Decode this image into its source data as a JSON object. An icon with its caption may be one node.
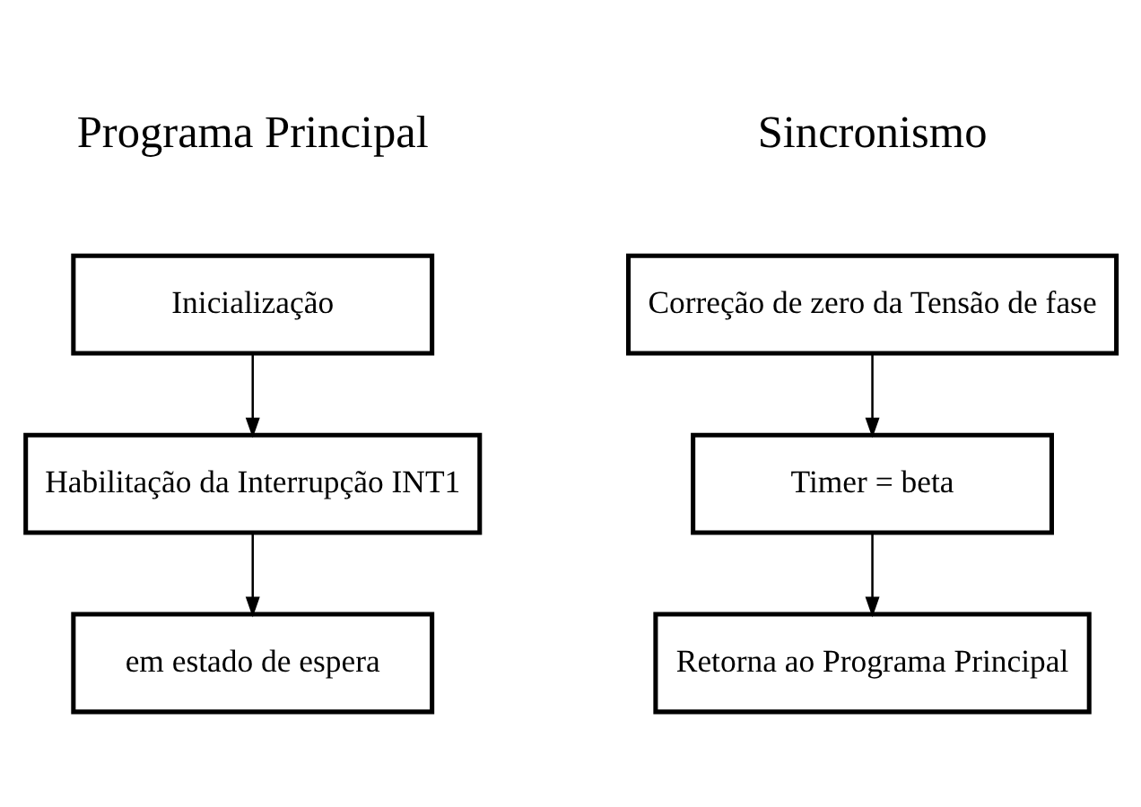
{
  "diagram": {
    "nodes": [
      {
        "text": [
          "Inicialização"
        ]
      },
      {
        "text": [
          "Habilitação da Interrupção INT1"
        ]
      },
      {
        "text": [
          "em estado de espera"
        ]
      },
      {
        "text": [
          "Correção de zero da Tensão de fase"
        ]
      },
      {
        "text": [
          "Timer = beta"
        ]
      },
      {
        "text": [
          "Retorna ao Programa Principal"
        ]
      }
    ],
    "edges": [
      {
        "from": 0,
        "to": 1,
        "arrow": "to"
      },
      {
        "from": 1,
        "to": 2,
        "arrow": "to"
      },
      {
        "from": 3,
        "to": 4,
        "arrow": "to"
      },
      {
        "from": 4,
        "to": 5,
        "arrow": "to"
      }
    ],
    "labels": [
      "Programa Principal",
      "Sincronismo"
    ]
  }
}
